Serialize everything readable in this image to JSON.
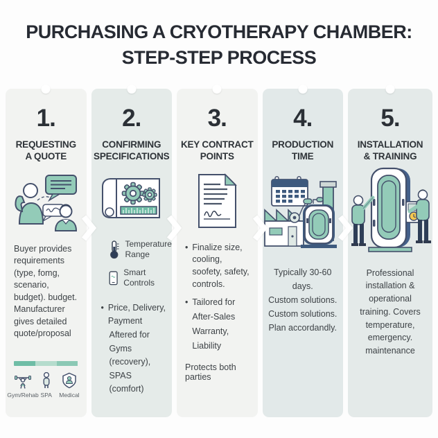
{
  "title": {
    "line1": "PURCHASING A CRYOTHERAPY CHAMBER:",
    "line2": "STEP-STEP PROCESS"
  },
  "colors": {
    "background": "#fdfdfd",
    "title_text": "#272b33",
    "card_light_gray": "#f2f3f1",
    "card_light_teal": "#e5ebe9",
    "accent_teal": "#93cbb8",
    "accent_teal_dark": "#6fbda6",
    "accent_teal_light": "#b5dccd",
    "accent_navy": "#44506b",
    "body_text": "#3d4246"
  },
  "steps": [
    {
      "number": "1.",
      "heading": "REQUESTING\nA QUOTE",
      "bg": "#f2f3f1",
      "icon": "quote-conversation-illustration",
      "body": "Buyer provides requirements (type, fomg, scenario, budget). budget. Manufacturer gives detailed quote/proposal",
      "categories": [
        {
          "icon": "gym-person-icon",
          "label": "Gym/Rehab"
        },
        {
          "icon": "spa-person-icon",
          "label": "SPA"
        },
        {
          "icon": "medical-shield-icon",
          "label": "Medical"
        }
      ]
    },
    {
      "number": "2.",
      "heading": "CONFIRMING\nSPECIFICATIONS",
      "bg": "#e5ebe9",
      "icon": "blueprint-gears-illustration",
      "features": [
        {
          "icon": "thermometer-icon",
          "label": "Temperature\nRange"
        },
        {
          "icon": "smartphone-icon",
          "label": "Smart Controls"
        }
      ],
      "bullet": "Price, Delivery, Payment",
      "note": "Aftered for Gyms (recovery), SPAS (comfort)"
    },
    {
      "number": "3.",
      "heading": "KEY CONTRACT\nPOINTS",
      "bg": "#f2f3f1",
      "icon": "signed-contract-illustration",
      "bullets": [
        "Finalize size, cooling, soofety, safety, controls.",
        "Tailored for After-Sales Warranty, Liability"
      ],
      "footer": "Protects both parties"
    },
    {
      "number": "4.",
      "heading": "PRODUCTION\nTIME",
      "bg": "#e2e9e9",
      "icon": "factory-calendar-illustration",
      "body": "Typically 30-60 days.\nCustom solutions.\nCustom solutions.\nPlan accordandly."
    },
    {
      "number": "5.",
      "heading": "INSTALLATION\n& TRAINING",
      "bg": "#e4eae9",
      "icon": "chamber-technicians-illustration",
      "body": "Professional installation & operational training. Covers temperature, emergency. maintenance"
    }
  ]
}
